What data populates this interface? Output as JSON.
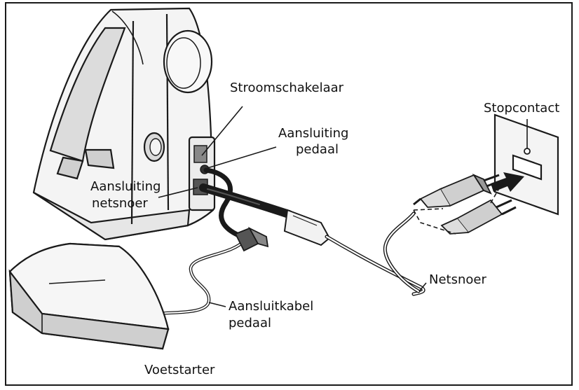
{
  "labels": {
    "power_switch": "Stroomschakelaar",
    "pedal_socket_line1": "Aansluiting",
    "pedal_socket_line2": "pedaal",
    "cord_socket_line1": "Aansluiting",
    "cord_socket_line2": "netsnoer",
    "wall_outlet": "Stopcontact",
    "power_cord": "Netsnoer",
    "pedal_cable_line1": "Aansluitkabel",
    "pedal_cable_line2": "pedaal",
    "foot_pedal": "Voetstarter"
  },
  "colors": {
    "line": "#1a1a1a",
    "cable_dark": "#222222",
    "machine_fill": "#f4f4f4",
    "shade": "#d6d6d6"
  }
}
